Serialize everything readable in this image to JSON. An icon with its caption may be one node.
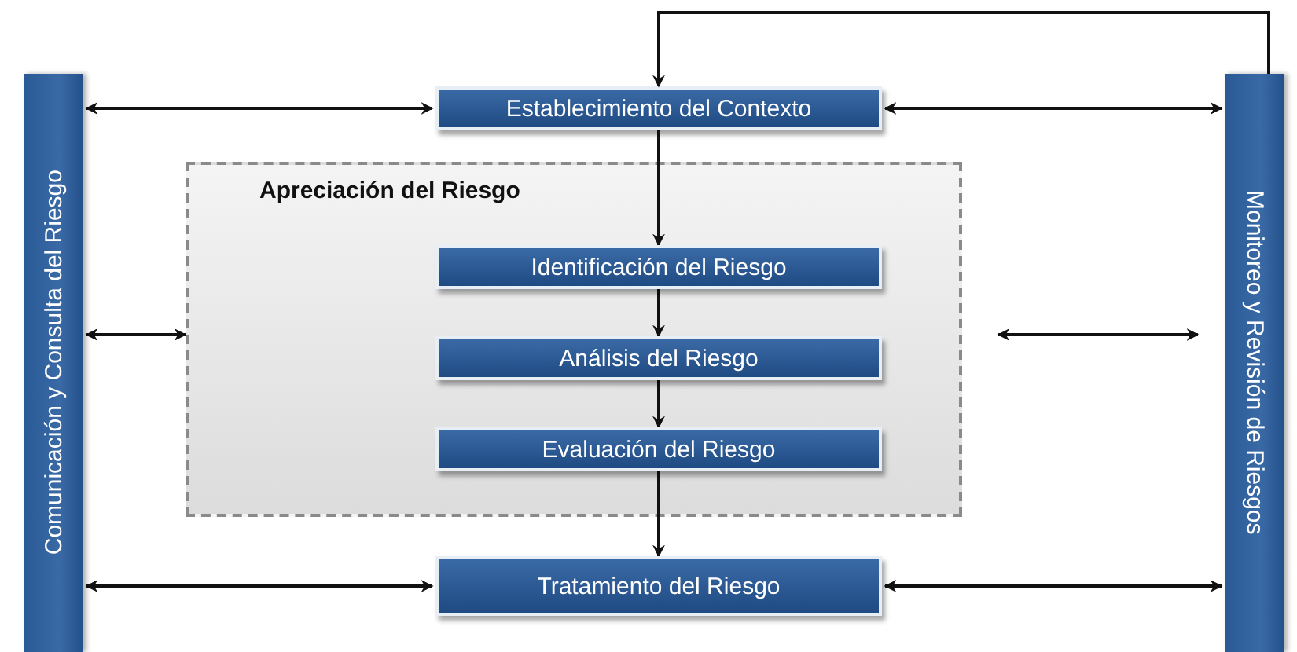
{
  "diagram": {
    "nodes": [
      {
        "text": [
          "Comunicación y Consulta del Riesgo"
        ]
      },
      {
        "text": [
          "Monitoreo y Revisión de Riesgos"
        ]
      },
      {
        "text": [
          "Establecimiento del Contexto"
        ]
      },
      {
        "text": [
          "Apreciación del Riesgo"
        ]
      },
      {
        "text": [
          "Identificación del Riesgo"
        ],
        "in": 3
      },
      {
        "text": [
          "Análisis del Riesgo"
        ],
        "in": 3
      },
      {
        "text": [
          "Evaluación del Riesgo"
        ],
        "in": 3
      },
      {
        "text": [
          "Tratamiento del Riesgo"
        ]
      }
    ],
    "edges": [
      {
        "from": 1,
        "to": 2,
        "arrow": "to"
      },
      {
        "from": 0,
        "to": 2,
        "arrow": "both"
      },
      {
        "from": 2,
        "to": 1,
        "arrow": "both"
      },
      {
        "from": 2,
        "to": 4,
        "arrow": "to"
      },
      {
        "from": 0,
        "to": 3,
        "arrow": "both"
      },
      {
        "from": 3,
        "to": 1,
        "arrow": "both"
      },
      {
        "from": 4,
        "to": 5,
        "arrow": "to"
      },
      {
        "from": 5,
        "to": 6,
        "arrow": "to"
      },
      {
        "from": 6,
        "to": 7,
        "arrow": "to"
      },
      {
        "from": 0,
        "to": 7,
        "arrow": "both"
      },
      {
        "from": 7,
        "to": 1,
        "arrow": "both"
      }
    ]
  }
}
